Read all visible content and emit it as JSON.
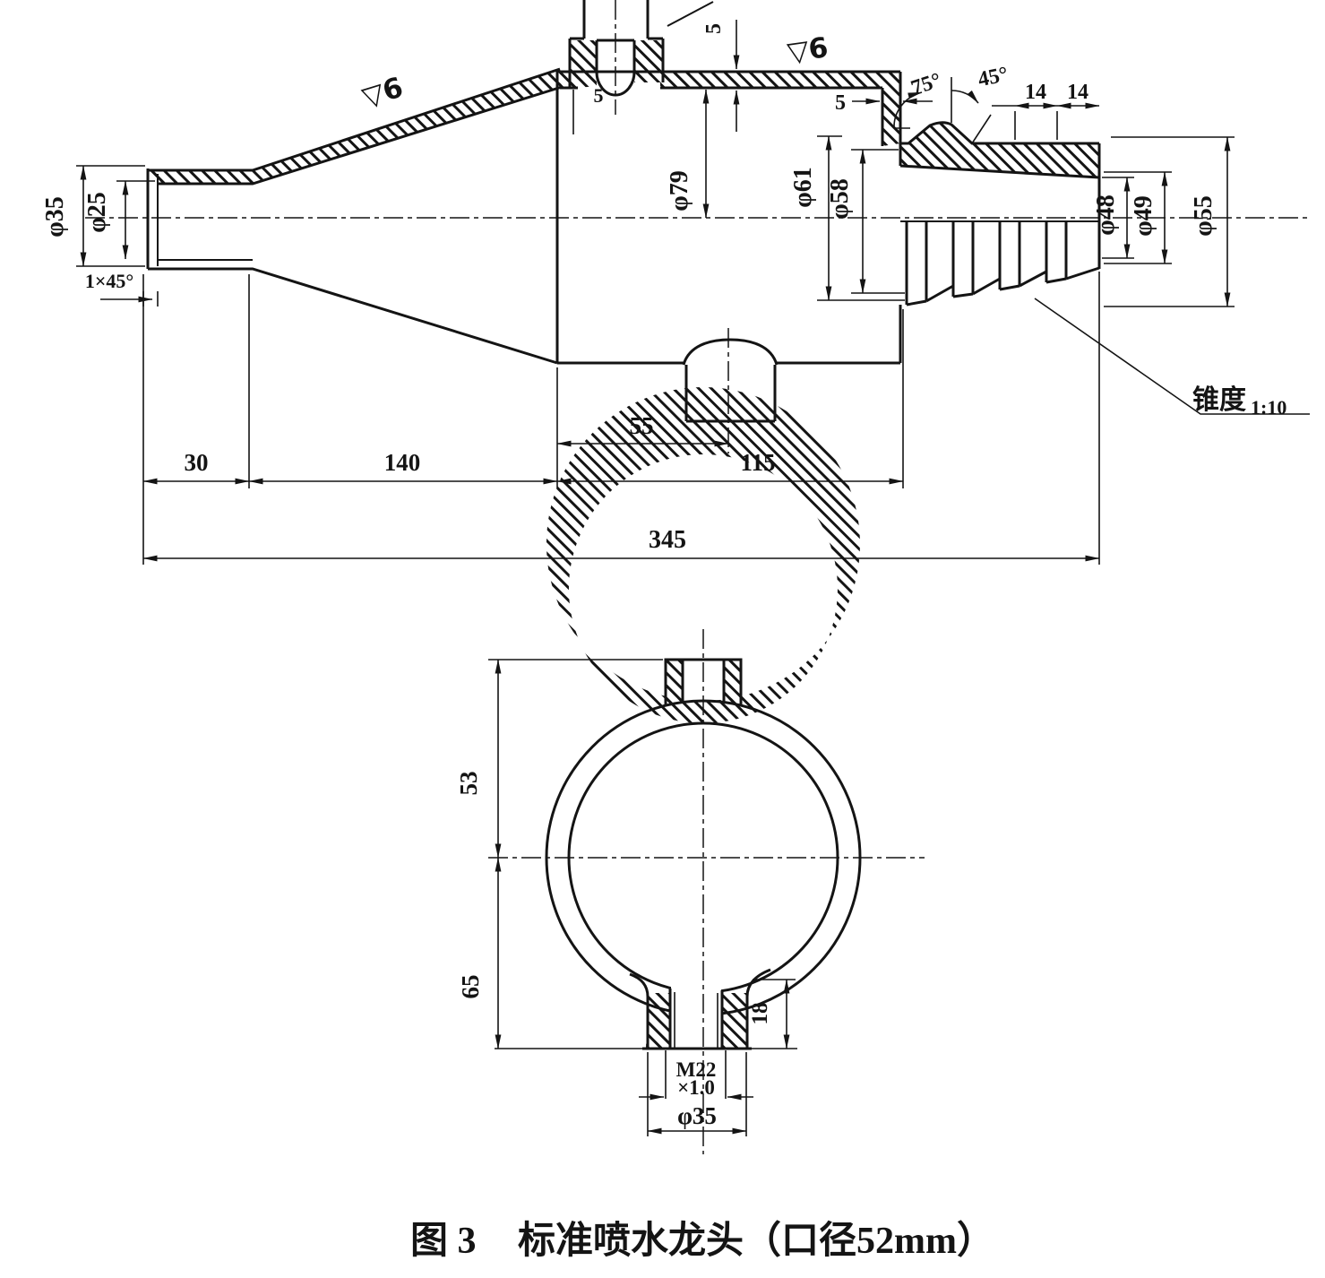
{
  "colors": {
    "ink": "#141414",
    "paper": "#ffffff"
  },
  "side_view": {
    "finish_cone": "▽6",
    "finish_body": "▽6",
    "wall_5_boss": "5",
    "wall_5_top": "5",
    "wall_5_step": "5",
    "phi79": "φ79",
    "phi61": "φ61",
    "phi58": "φ58",
    "angle75": "75°",
    "angle45": "45°",
    "len14a": "14",
    "len14b": "14",
    "phi48": "φ48",
    "phi49": "φ49",
    "phi55": "φ55",
    "taper_label": "锥度",
    "taper_value": "1:10",
    "phi35": "φ35",
    "phi25": "φ25",
    "chamfer": "1×45°",
    "len55": "55",
    "len30": "30",
    "len140": "140",
    "len115": "115",
    "len345": "345"
  },
  "bottom_view": {
    "len53": "53",
    "len65": "65",
    "len18": "18",
    "thread_size": "M22",
    "thread_pitch": "×1.0",
    "phi35": "φ35"
  },
  "caption": {
    "figure_no": "图 3",
    "title": "标准喷水龙头（口径52mm）"
  }
}
